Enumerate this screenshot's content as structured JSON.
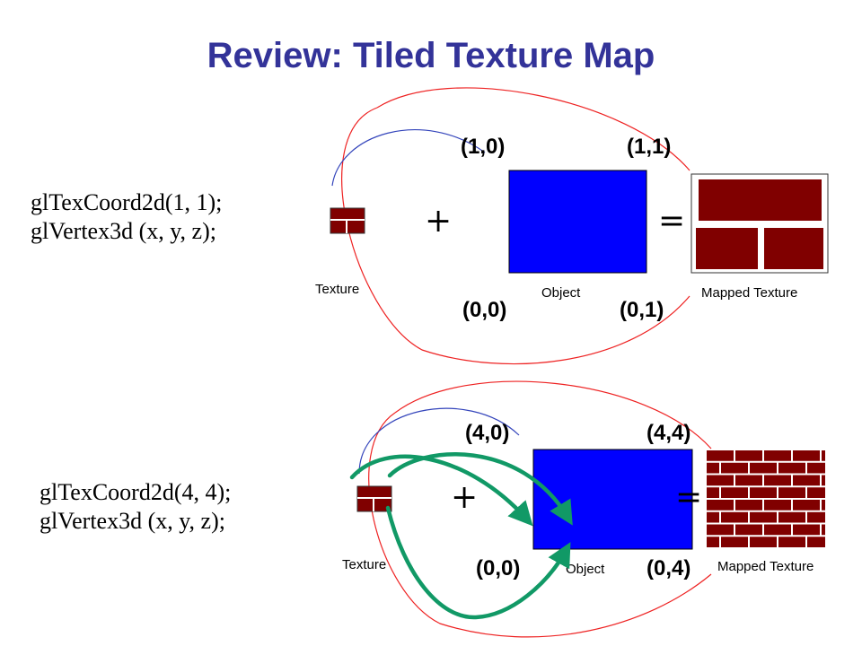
{
  "slide": {
    "title": "Review: Tiled Texture Map"
  },
  "colors": {
    "title": "#333399",
    "object_fill": "#0000ff",
    "brick": "#800000",
    "arrow": "#119966",
    "red_arc": "#ee2222",
    "blue_arc": "#3344bb"
  },
  "top_example": {
    "code_lines": [
      "glTexCoord2d(1, 1);",
      "glVertex3d (x, y, z);"
    ],
    "coords": {
      "top_left": "(1,0)",
      "top_right": "(1,1)",
      "bottom_left": "(0,0)",
      "bottom_right": "(0,1)"
    },
    "captions": {
      "texture": "Texture",
      "object": "Object",
      "mapped": "Mapped Texture"
    },
    "plus": "+",
    "equals": "="
  },
  "bottom_example": {
    "code_lines": [
      "glTexCoord2d(4, 4);",
      "glVertex3d (x, y, z);"
    ],
    "coords": {
      "top_left": "(4,0)",
      "top_right": "(4,4)",
      "bottom_left": "(0,0)",
      "bottom_right": "(0,4)"
    },
    "captions": {
      "texture": "Texture",
      "object": "Object",
      "mapped": "Mapped Texture"
    },
    "plus": "+",
    "equals": "="
  }
}
